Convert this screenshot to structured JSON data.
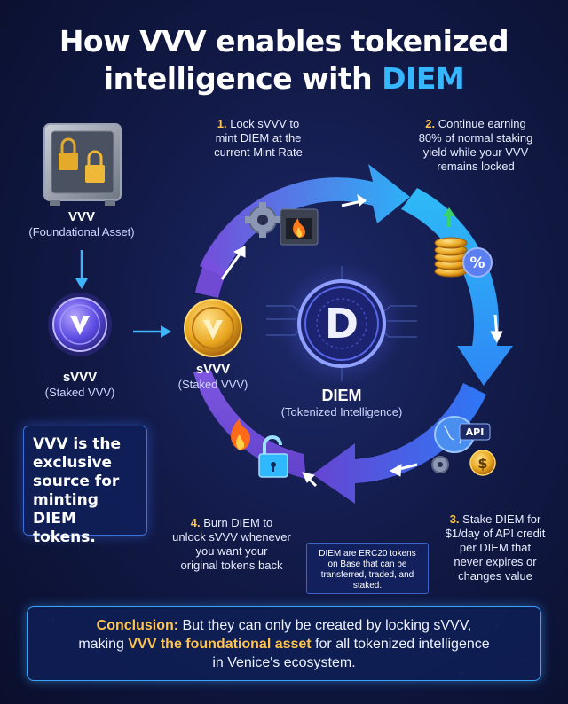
{
  "title": {
    "line1": "How VVV enables tokenized",
    "line2_prefix": "intelligence with ",
    "line2_accent": "DIEM"
  },
  "vvv": {
    "name": "VVV",
    "desc": "(Foundational Asset)"
  },
  "svvv_left": {
    "name": "sVVV",
    "desc": "(Staked VVV)"
  },
  "svvv_center": {
    "name": "sVVV",
    "desc": "(Staked VVV)"
  },
  "diem": {
    "name": "DIEM",
    "desc": "(Tokenized Intelligence)",
    "logo_letter": "D"
  },
  "steps": {
    "s1": {
      "num": "1.",
      "line1": "Lock sVVV to",
      "line2": "mint DIEM at the",
      "line3": "current Mint Rate"
    },
    "s2": {
      "num": "2.",
      "line1": "Continue earning",
      "line2": "80% of normal staking",
      "line3": "yield while your VVV",
      "line4": "remains locked"
    },
    "s3": {
      "num": "3.",
      "line1": "Stake DIEM for",
      "line2": "$1/day of API credit",
      "line3": "per DIEM that",
      "line4": "never expires or",
      "line5": "changes value"
    },
    "s4": {
      "num": "4.",
      "line1": "Burn DIEM to",
      "line2": "unlock sVVV whenever",
      "line3": "you want your",
      "line4": "original tokens back"
    }
  },
  "icons": {
    "api_label": "API",
    "percent": "%",
    "dollar": "$"
  },
  "callout": {
    "line1": "VVV is the",
    "line2": "exclusive",
    "line3": "source for",
    "line4": "minting DIEM",
    "line5": "tokens."
  },
  "note": {
    "line1": "DIEM are ERC20 tokens",
    "line2": "on Base that can be",
    "line3": "transferred, traded, and",
    "line4": "staked."
  },
  "conclusion": {
    "lead": "Conclusion:",
    "text1": " But they can only be created by locking sVVV,",
    "text2_prefix": "making ",
    "text2_gold": "VVV the foundational asset",
    "text2_suffix": " for all tokenized intelligence",
    "text3": "in Venice's ecosystem."
  },
  "colors": {
    "accent_blue": "#36b6ff",
    "gold": "#ffc44d",
    "purple": "#8a5cf0",
    "background": "#121a48"
  }
}
